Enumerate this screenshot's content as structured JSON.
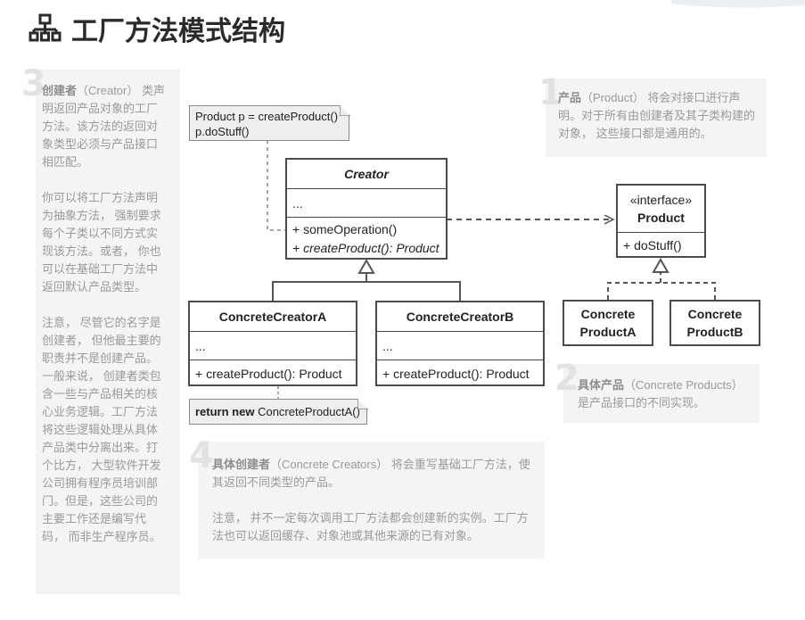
{
  "title": "工厂方法模式结构",
  "icons": {
    "title_icon": "hierarchy-icon"
  },
  "notes": {
    "creator": {
      "number": "3",
      "term": "创建者",
      "paragraphs": [
        "（Creator） 类声明返回产品对象的工厂方法。该方法的返回对象类型必须与产品接口相匹配。",
        "你可以将工厂方法声明为抽象方法， 强制要求每个子类以不同方式实现该方法。或者， 你也可以在基础工厂方法中返回默认产品类型。",
        "注意， 尽管它的名字是创建者， 但他最主要的职责并不是创建产品。一般来说， 创建者类包含一些与产品相关的核心业务逻辑。工厂方法将这些逻辑处理从具体产品类中分离出来。打个比方， 大型软件开发公司拥有程序员培训部门。但是，这些公司的主要工作还是编写代码， 而非生产程序员。"
      ]
    },
    "product": {
      "number": "1",
      "term": "产品",
      "text": "（Product） 将会对接口进行声明。对于所有由创建者及其子类构建的对象， 这些接口都是通用的。"
    },
    "concrete_products": {
      "number": "2",
      "term": "具体产品",
      "text": "（Concrete Products） 是产品接口的不同实现。"
    },
    "concrete_creators": {
      "number": "4",
      "term": "具体创建者",
      "text": "（Concrete Creators） 将会重写基础工厂方法，使其返回不同类型的产品。",
      "text2": "注意， 并不一定每次调用工厂方法都会创建新的实例。工厂方法也可以返回缓存、对象池或其他来源的已有对象。"
    }
  },
  "diagram": {
    "code_note_1": [
      "Product p = createProduct()",
      "p.doStuff()"
    ],
    "code_note_2": {
      "keyword": "return new",
      "rest": " ConcreteProductA()"
    },
    "creator": {
      "name": "Creator",
      "fields": "...",
      "methods": [
        "+ someOperation()",
        "+ createProduct(): Product"
      ]
    },
    "creator_a": {
      "name": "ConcreteCreatorA",
      "fields": "...",
      "method": "+ createProduct(): Product"
    },
    "creator_b": {
      "name": "ConcreteCreatorB",
      "fields": "...",
      "method": "+ createProduct(): Product"
    },
    "product": {
      "stereotype": "«interface»",
      "name": "Product",
      "method": "+ doStuff()"
    },
    "product_a": {
      "line1": "Concrete",
      "line2": "ProductA"
    },
    "product_b": {
      "line1": "Concrete",
      "line2": "ProductB"
    }
  }
}
